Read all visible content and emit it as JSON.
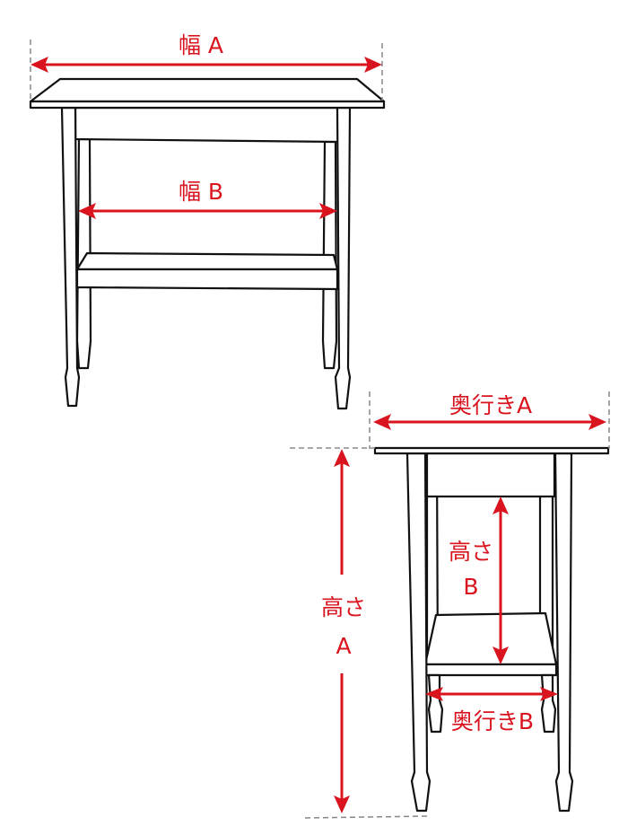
{
  "labels": {
    "width_a": "幅 A",
    "width_b": "幅 B",
    "depth_a": "奥行きA",
    "depth_b": "奥行きB",
    "height_a_line1": "高さ",
    "height_a_line2": "A",
    "height_b_line1": "高さ",
    "height_b_line2": "B"
  },
  "colors": {
    "dimension": "#d9141f",
    "outline": "#111111",
    "guide": "#888888"
  }
}
